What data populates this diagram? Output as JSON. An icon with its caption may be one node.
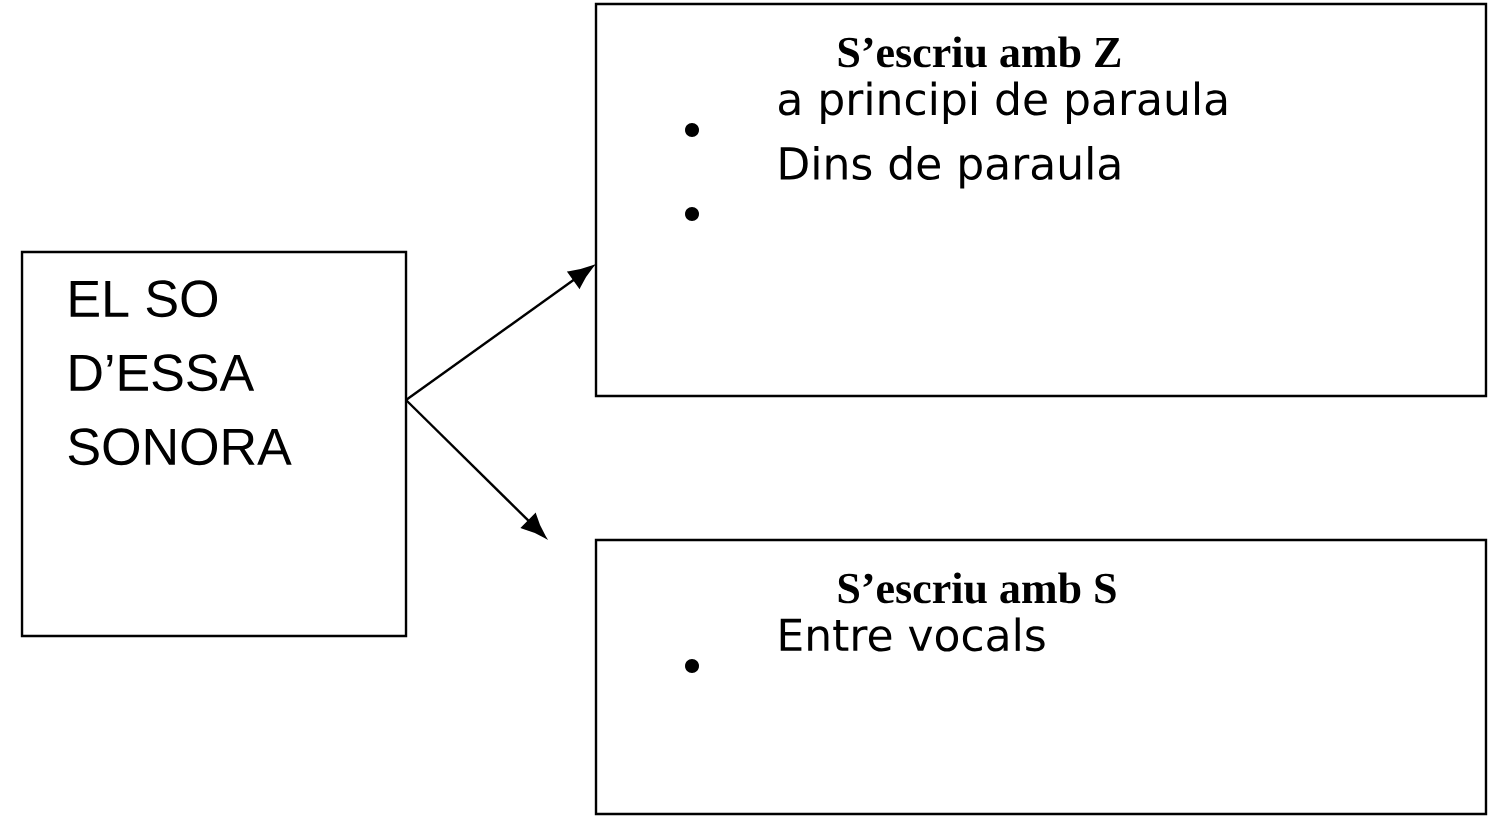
{
  "diagram": {
    "nodes": [
      {
        "text": [
          "EL SO D’ESSA SONORA"
        ]
      },
      {
        "text": [
          "S’escriu amb Z",
          "a principi de paraula",
          "Dins de paraula"
        ]
      },
      {
        "text": [
          "S’escriu amb S",
          "Entre vocals"
        ]
      }
    ],
    "edges": [
      {
        "from": 0,
        "to": 1,
        "arrow": "to"
      },
      {
        "from": 0,
        "to": 2,
        "arrow": "to"
      }
    ]
  }
}
